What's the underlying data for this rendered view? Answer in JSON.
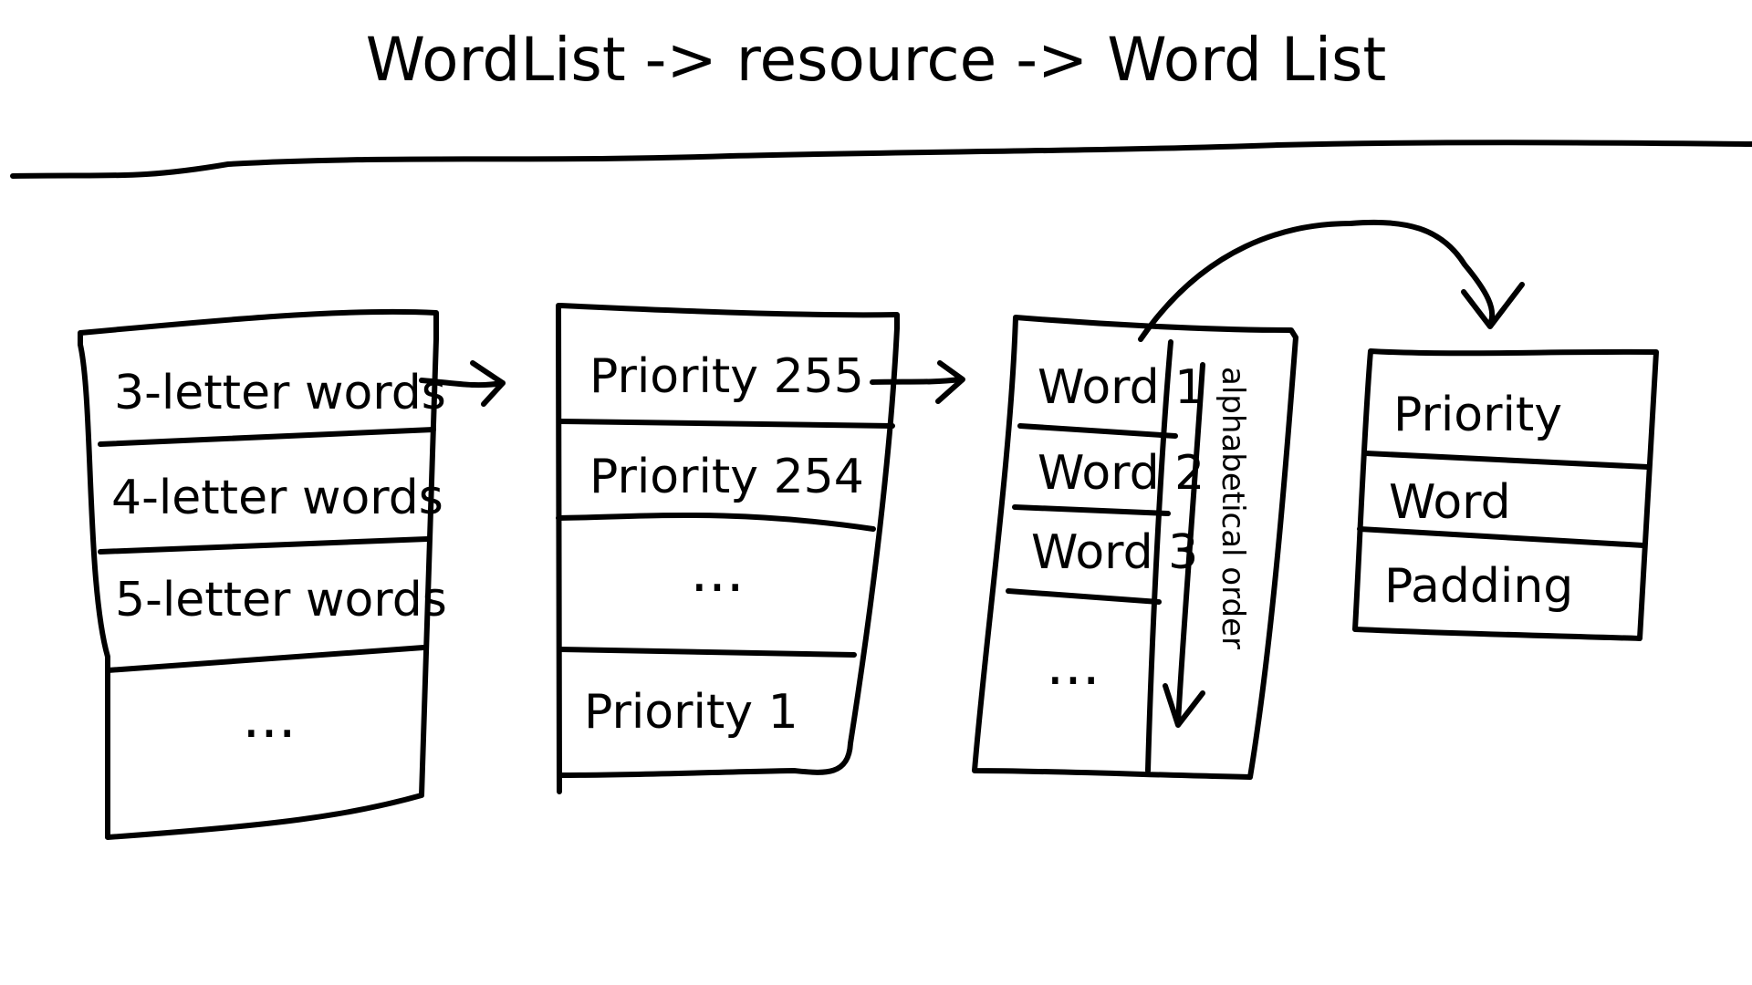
{
  "title": "WordList -> resource -> Word List",
  "column_1": {
    "rows": [
      "3-letter words",
      "4-letter words",
      "5-letter words",
      "..."
    ]
  },
  "column_2": {
    "rows": [
      "Priority 255",
      "Priority 254",
      "...",
      "Priority 1"
    ]
  },
  "column_3": {
    "rows": [
      "Word 1",
      "Word 2",
      "Word 3",
      "..."
    ],
    "side_label": "alphabetical order"
  },
  "column_4": {
    "rows": [
      "Priority",
      "Word",
      "Padding"
    ]
  }
}
